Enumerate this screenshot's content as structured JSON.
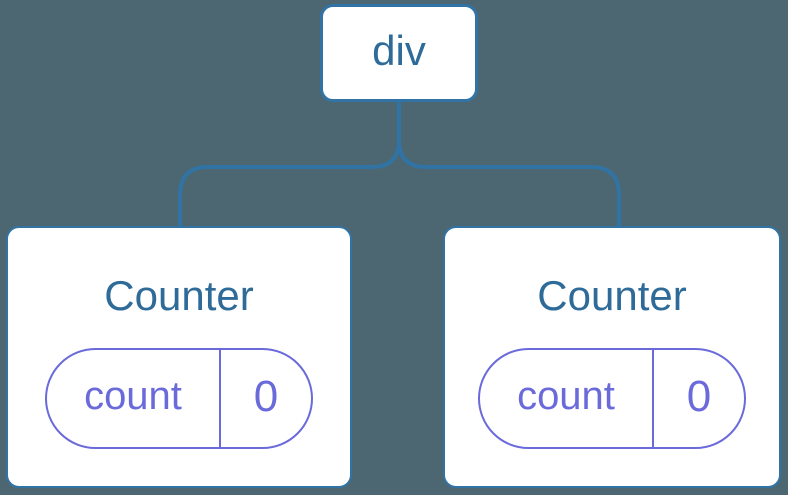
{
  "theme": {
    "background": "#4C6771",
    "line_blue": "#3173A4",
    "label_blue": "#2F6B98",
    "state_purple": "#6A6ADB",
    "node_fill": "#FFFFFF"
  },
  "tree": {
    "root": {
      "label": "div"
    },
    "children": [
      {
        "title": "Counter",
        "state": {
          "key": "count",
          "value": "0"
        }
      },
      {
        "title": "Counter",
        "state": {
          "key": "count",
          "value": "0"
        }
      }
    ]
  }
}
